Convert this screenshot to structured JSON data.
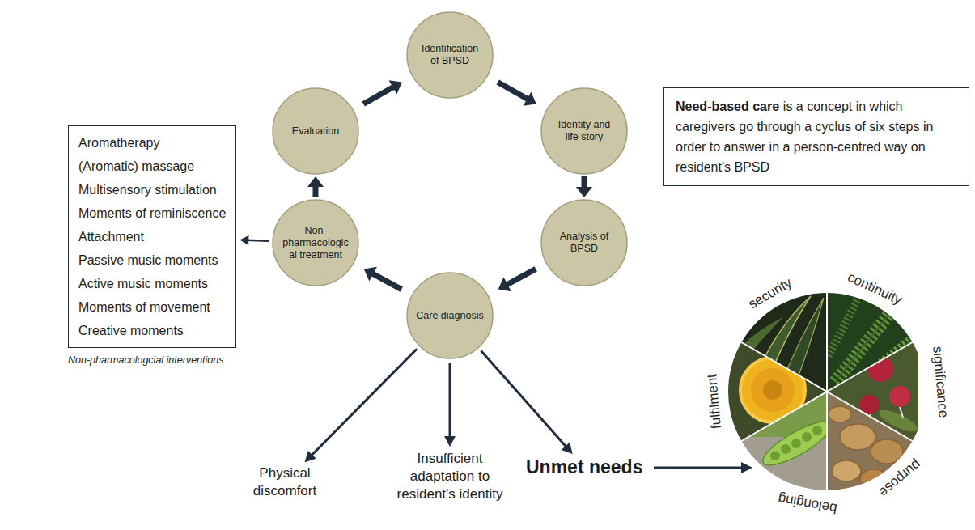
{
  "diagram": {
    "nodes": [
      {
        "text": [
          "Identification of BPSD"
        ]
      },
      {
        "text": [
          "Identity and life story"
        ]
      },
      {
        "text": [
          "Analysis of BPSD"
        ]
      },
      {
        "text": [
          "Care diagnosis"
        ]
      },
      {
        "text": [
          "Non-pharmacological treatment"
        ]
      },
      {
        "text": [
          "Evaluation"
        ]
      },
      {
        "text": [
          "Aromatherapy",
          "(Aromatic) massage",
          "Multisensory stimulation",
          "Moments of reminiscence",
          "Attachment",
          "Passive music moments",
          "Active music moments",
          "Moments of movement",
          "Creative moments"
        ]
      },
      {
        "text": [
          "Need-based care",
          "is a concept in which caregivers go through a cyclus of six steps in order to answer in a person-centred way on resident's BPSD"
        ]
      },
      {
        "text": [
          "Physical discomfort"
        ]
      },
      {
        "text": [
          "Insufficient adaptation to resident's identity"
        ]
      },
      {
        "text": [
          "Unmet needs"
        ]
      }
    ],
    "edges": [
      {
        "from": 0,
        "to": 1,
        "arrow": "to"
      },
      {
        "from": 1,
        "to": 2,
        "arrow": "to"
      },
      {
        "from": 2,
        "to": 3,
        "arrow": "to"
      },
      {
        "from": 3,
        "to": 4,
        "arrow": "to"
      },
      {
        "from": 4,
        "to": 5,
        "arrow": "to"
      },
      {
        "from": 5,
        "to": 0,
        "arrow": "to"
      },
      {
        "from": 4,
        "to": 6,
        "arrow": "to"
      },
      {
        "from": 3,
        "to": 8,
        "arrow": "to"
      },
      {
        "from": 3,
        "to": 9,
        "arrow": "to"
      },
      {
        "from": 3,
        "to": 10,
        "arrow": "to"
      }
    ],
    "labels": [
      "Non-pharmacologcial interventions",
      "security",
      "continuity",
      "significance",
      "purpose",
      "belonging",
      "fulfilment"
    ]
  }
}
